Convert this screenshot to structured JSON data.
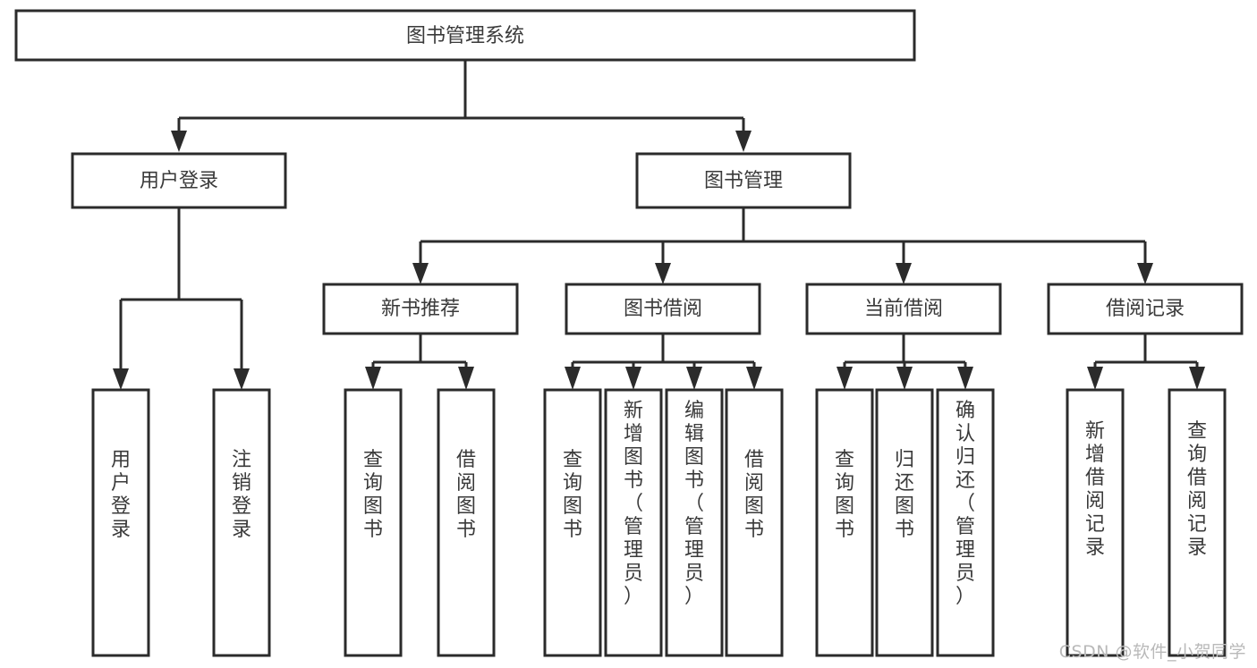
{
  "diagram": {
    "type": "tree-hierarchy-flowchart",
    "title": "图书管理系统",
    "watermark": "CSDN @软件_小贺同学",
    "colors": {
      "background": "#ffffff",
      "box_border": "#2b2b2b",
      "box_fill": "#ffffff",
      "text": "#3a3a3a",
      "connector": "#2b2b2b",
      "watermark": "#b9b9b9"
    },
    "levels": {
      "root": {
        "id": "root",
        "label": "图书管理系统",
        "orientation": "horizontal"
      },
      "level1": [
        {
          "id": "user-login",
          "label": "用户登录",
          "orientation": "horizontal"
        },
        {
          "id": "book-management",
          "label": "图书管理",
          "orientation": "horizontal"
        }
      ],
      "level2": [
        {
          "id": "new-book-recommend",
          "label": "新书推荐",
          "parent": "book-management",
          "orientation": "horizontal"
        },
        {
          "id": "book-borrow",
          "label": "图书借阅",
          "parent": "book-management",
          "orientation": "horizontal"
        },
        {
          "id": "current-borrow",
          "label": "当前借阅",
          "parent": "book-management",
          "orientation": "horizontal"
        },
        {
          "id": "borrow-record",
          "label": "借阅记录",
          "parent": "book-management",
          "orientation": "horizontal"
        }
      ],
      "leaves": [
        {
          "id": "leaf-user-login",
          "label": "用户登录",
          "parent": "user-login",
          "orientation": "vertical"
        },
        {
          "id": "leaf-logout",
          "label": "注销登录",
          "parent": "user-login",
          "orientation": "vertical"
        },
        {
          "id": "leaf-query-book-rec",
          "label": "查询图书",
          "parent": "new-book-recommend",
          "orientation": "vertical"
        },
        {
          "id": "leaf-borrow-book-rec",
          "label": "借阅图书",
          "parent": "new-book-recommend",
          "orientation": "vertical"
        },
        {
          "id": "leaf-query-book-borrow",
          "label": "查询图书",
          "parent": "book-borrow",
          "orientation": "vertical"
        },
        {
          "id": "leaf-add-book",
          "label": "新增图书（管理员）",
          "parent": "book-borrow",
          "orientation": "vertical"
        },
        {
          "id": "leaf-edit-book",
          "label": "编辑图书（管理员）",
          "parent": "book-borrow",
          "orientation": "vertical"
        },
        {
          "id": "leaf-borrow-book",
          "label": "借阅图书",
          "parent": "book-borrow",
          "orientation": "vertical"
        },
        {
          "id": "leaf-query-book-current",
          "label": "查询图书",
          "parent": "current-borrow",
          "orientation": "vertical"
        },
        {
          "id": "leaf-return-book",
          "label": "归还图书",
          "parent": "current-borrow",
          "orientation": "vertical"
        },
        {
          "id": "leaf-confirm-return",
          "label": "确认归还（管理员）",
          "parent": "current-borrow",
          "orientation": "vertical"
        },
        {
          "id": "leaf-add-record",
          "label": "新增借阅记录",
          "parent": "borrow-record",
          "orientation": "vertical"
        },
        {
          "id": "leaf-query-record",
          "label": "查询借阅记录",
          "parent": "borrow-record",
          "orientation": "vertical"
        }
      ]
    }
  }
}
